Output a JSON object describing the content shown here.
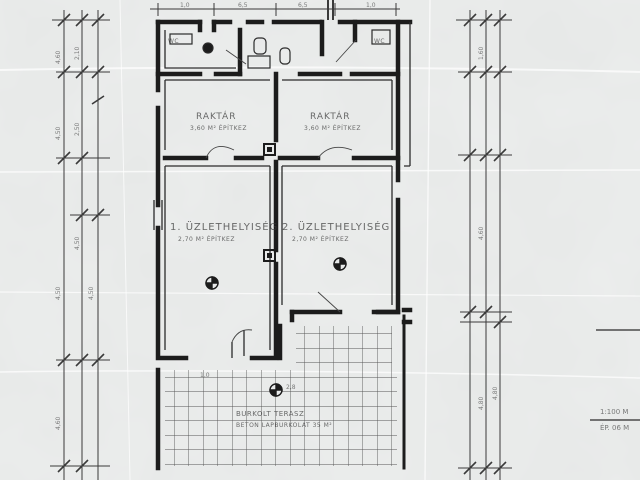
{
  "drawing": {
    "rooms": {
      "storage_1": {
        "name": "RAKTÁR",
        "area": "3,60 m² ÉPÍTKEZ"
      },
      "storage_2": {
        "name": "RAKTÁR",
        "area": "3,60 m² ÉPÍTKEZ"
      },
      "shop_1": {
        "name": "1. ÜZLETHELYISÉG",
        "area": "2,70 m² ÉPÍTKEZ"
      },
      "shop_2": {
        "name": "2. ÜZLETHELYISÉG",
        "area": "2,70 m² ÉPÍTKEZ"
      },
      "terrace": {
        "name": "BURKOLT TERASZ",
        "area": "BETON LAPBURKOLAT 35 m²"
      },
      "wc_1": {
        "name": "WC"
      },
      "wc_2": {
        "name": "WC"
      }
    },
    "dimensions": {
      "left_outer": [
        "4,60",
        "4,50",
        "4,50",
        "4,60"
      ],
      "left_inner": [
        "2,10",
        "2,50",
        "4,50",
        "4,50"
      ],
      "right": [
        "1,60",
        "4,60",
        "4,80",
        "4,80"
      ],
      "top": [
        "1,0",
        "6,5",
        "6,5",
        "1,0"
      ],
      "floor": [
        "1,0",
        "2,8"
      ]
    },
    "title_block": {
      "line1": "1:100 M",
      "line2": "ÉP. 06 M"
    }
  }
}
